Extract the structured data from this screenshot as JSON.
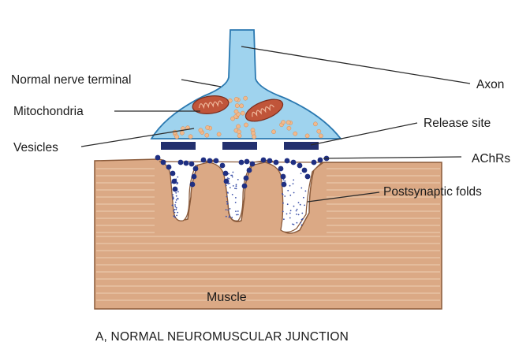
{
  "labels": {
    "normal_nerve_terminal": "Normal nerve terminal",
    "mitochondria": "Mitochondria",
    "vesicles": "Vesicles",
    "axon": "Axon",
    "release_site": "Release site",
    "achrs": "AChRs",
    "postsynaptic_folds": "Postsynaptic folds",
    "muscle": "Muscle"
  },
  "caption": "A, NORMAL NEUROMUSCULAR JUNCTION",
  "colors": {
    "terminal_fill": "#9fd3ee",
    "terminal_stroke": "#2a78b0",
    "mitochondria_fill": "#c0553a",
    "vesicle_fill": "#f1b98c",
    "release_site_fill": "#23306e",
    "receptor_fill": "#1f2f82",
    "muscle_fill": "#dba985",
    "muscle_stroke": "#8a5a3a"
  }
}
